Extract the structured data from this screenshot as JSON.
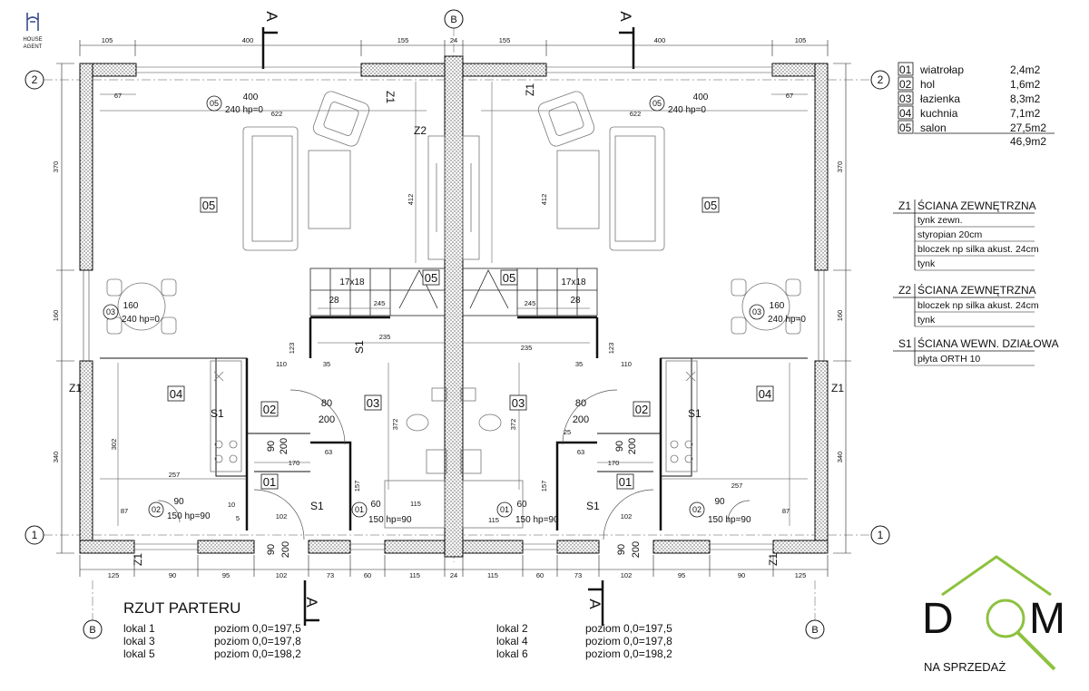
{
  "brand": {
    "house_agent_top": "HOUSE",
    "house_agent_bottom": "AGENT",
    "dom_letters": [
      "D",
      "M"
    ],
    "dom_tagline": "NA SPRZEDAŻ",
    "accent_green": "#8dc23f",
    "accent_gray": "#888888"
  },
  "axes": {
    "row_top": "2",
    "row_bottom": "1",
    "col_b": "B",
    "section_mark": "A"
  },
  "top_dims": [
    "105",
    "400",
    "155",
    "24",
    "155",
    "400",
    "105"
  ],
  "bottom_dims": [
    "125",
    "90",
    "95",
    "102",
    "73",
    "60",
    "115",
    "24",
    "115",
    "60",
    "73",
    "102",
    "95",
    "90",
    "125"
  ],
  "side_dims": {
    "left": [
      "370",
      "160",
      "340"
    ],
    "right": [
      "370",
      "160",
      "340"
    ]
  },
  "rooms": {
    "salon": "05",
    "kuchnia": "04",
    "lazienka": "03",
    "hol": "02",
    "wiatrolap": "01"
  },
  "wall_tags": {
    "z1": "Z1",
    "z2": "Z2",
    "s1": "S1"
  },
  "stairs": "17x18",
  "stairs_tread": "28",
  "windows": {
    "salon_top": {
      "id": "05",
      "width": "400",
      "height": "240 hp=0"
    },
    "dining": {
      "id": "03",
      "width": "160",
      "height": "240 hp=0"
    },
    "kitchen": {
      "id": "02",
      "width": "90",
      "height": "150 hp=90"
    },
    "hall": {
      "id": "01",
      "width": "60",
      "height": "150 hp=90"
    }
  },
  "doors": {
    "bath": {
      "w": "80",
      "h": "200"
    },
    "entry": {
      "w": "90",
      "h": "200"
    }
  },
  "inner_dims": {
    "salon_width": "622",
    "salon_depth": "412",
    "window_offset": "67",
    "stair_run": "245",
    "bath_width": "235",
    "bath_depth": "372",
    "kitchen_width": "257",
    "kitchen_depth": "302",
    "hall_width": "110",
    "hall_depth": "170",
    "vest_depth": "157",
    "vest_width": "115",
    "d123": "123",
    "d102": "102",
    "d87": "87",
    "d63": "63",
    "d35": "35",
    "d25": "25",
    "d10": "10",
    "d5": "5"
  },
  "legend_rooms": [
    {
      "id": "01",
      "name": "wiatrołap",
      "area": "2,4m2"
    },
    {
      "id": "02",
      "name": "hol",
      "area": "1,6m2"
    },
    {
      "id": "03",
      "name": "łazienka",
      "area": "8,3m2"
    },
    {
      "id": "04",
      "name": "kuchnia",
      "area": "7,1m2"
    },
    {
      "id": "05",
      "name": "salon",
      "area": "27,5m2"
    }
  ],
  "legend_total": "46,9m2",
  "wall_types": [
    {
      "id": "Z1",
      "name": "ŚCIANA ZEWNĘTRZNA",
      "layers": [
        "tynk zewn.",
        "styropian 20cm",
        "bloczek np silka akust. 24cm",
        "tynk"
      ]
    },
    {
      "id": "Z2",
      "name": "ŚCIANA ZEWNĘTRZNA",
      "layers": [
        "bloczek np silka akust. 24cm",
        "tynk"
      ]
    },
    {
      "id": "S1",
      "name": "ŚCIANA WEWN. DZIAŁOWA",
      "layers": [
        "płyta ORTH 10"
      ]
    }
  ],
  "title": "RZUT PARTERU",
  "levels_left": [
    {
      "lokal": "lokal 1",
      "poziom": "poziom 0,0=197,5"
    },
    {
      "lokal": "lokal 3",
      "poziom": "poziom 0,0=197,8"
    },
    {
      "lokal": "lokal 5",
      "poziom": "poziom 0,0=198,2"
    }
  ],
  "levels_right": [
    {
      "lokal": "lokal 2",
      "poziom": "poziom 0,0=197,5"
    },
    {
      "lokal": "lokal 4",
      "poziom": "poziom 0,0=197,8"
    },
    {
      "lokal": "lokal 6",
      "poziom": "poziom 0,0=198,2"
    }
  ]
}
